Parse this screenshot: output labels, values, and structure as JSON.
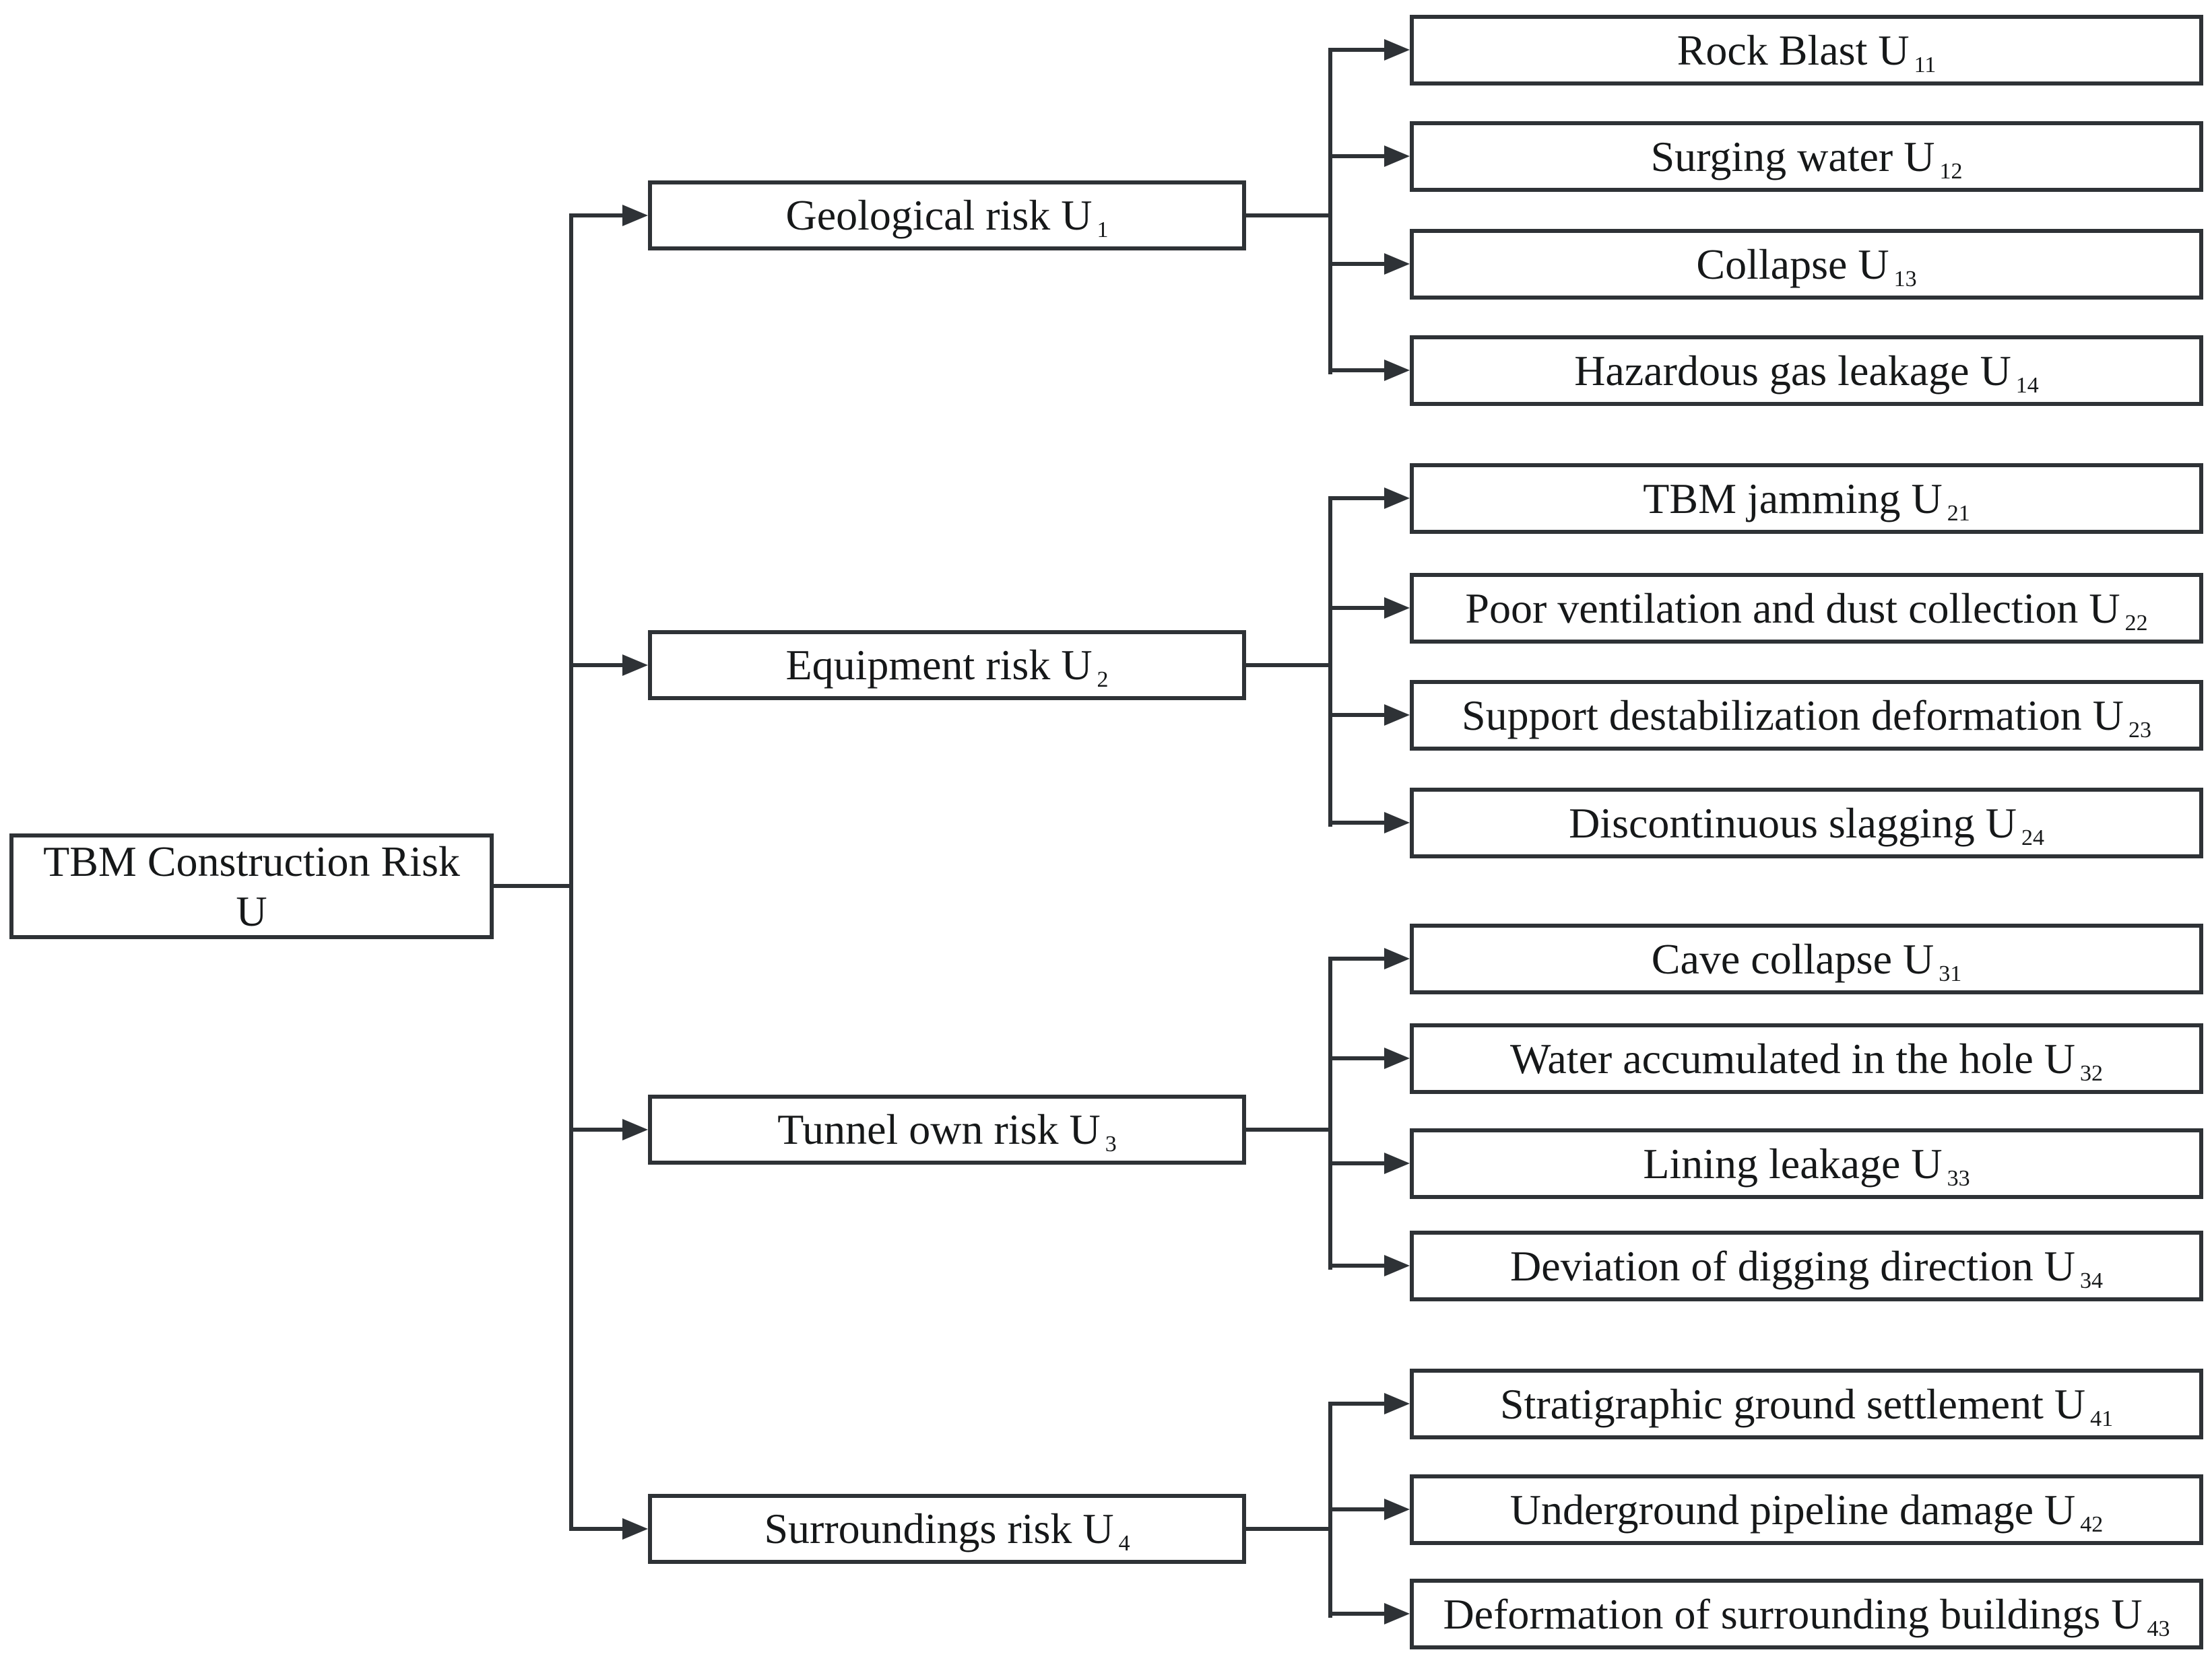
{
  "diagram": {
    "title": "TBM construction risk hierarchy",
    "colors": {
      "line": "#2e3236",
      "text": "#161819",
      "background": "#ffffff"
    },
    "root": {
      "line1": "TBM Construction Risk",
      "line2": "U"
    },
    "groups": [
      {
        "parent": {
          "text": "Geological risk U",
          "sub": "1"
        },
        "children": [
          {
            "text": "Rock Blast U",
            "sub": "11"
          },
          {
            "text": "Surging water U",
            "sub": "12"
          },
          {
            "text": "Collapse U",
            "sub": "13"
          },
          {
            "text": "Hazardous gas leakage U",
            "sub": "14"
          }
        ]
      },
      {
        "parent": {
          "text": "Equipment risk U",
          "sub": "2"
        },
        "children": [
          {
            "text": "TBM jamming U",
            "sub": "21"
          },
          {
            "text": "Poor ventilation and dust collection U",
            "sub": "22"
          },
          {
            "text": "Support destabilization deformation U",
            "sub": "23"
          },
          {
            "text": "Discontinuous slagging U",
            "sub": "24"
          }
        ]
      },
      {
        "parent": {
          "text": "Tunnel own risk U",
          "sub": "3"
        },
        "children": [
          {
            "text": "Cave collapse U",
            "sub": "31"
          },
          {
            "text": "Water accumulated in the hole U",
            "sub": "32"
          },
          {
            "text": "Lining leakage U",
            "sub": "33"
          },
          {
            "text": "Deviation of digging direction U",
            "sub": "34"
          }
        ]
      },
      {
        "parent": {
          "text": "Surroundings risk U",
          "sub": "4"
        },
        "children": [
          {
            "text": "Stratigraphic ground settlement U",
            "sub": "41"
          },
          {
            "text": "Underground pipeline damage U",
            "sub": "42"
          },
          {
            "text": "Deformation of surrounding buildings U",
            "sub": "43"
          }
        ]
      }
    ]
  }
}
